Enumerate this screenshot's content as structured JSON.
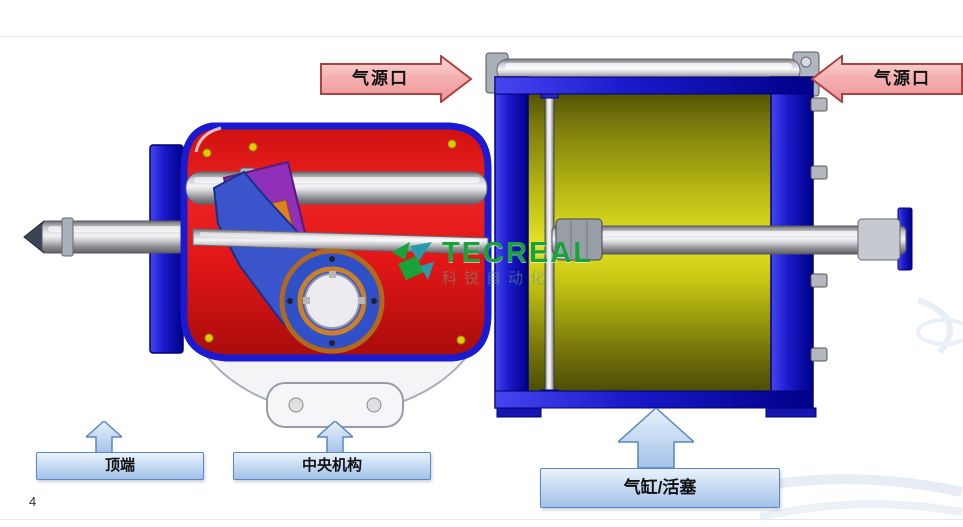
{
  "page": {
    "number": "4"
  },
  "callouts": {
    "air_port_left": "气源口",
    "air_port_right": "气源口"
  },
  "labels": {
    "top_end": "顶端",
    "central_mechanism": "中央机构",
    "cylinder_piston": "气缸/活塞"
  },
  "logo": {
    "brand": "TECREAL",
    "subtitle": "科锐自动化"
  },
  "colors": {
    "callout_pink": "#f5b2b2",
    "callout_pink_border": "#a94442",
    "callout_blue": "#c2d8f2",
    "callout_blue_border": "#5a86c2",
    "actuator_body_red": "#e01818",
    "frame_blue": "#1b1bcc",
    "cylinder_olive": "#caca18",
    "steel_gray": "#c8c8cc",
    "copper_ring": "#b06a20",
    "logo_green": "#18a23a",
    "logo_teal": "#2a9aa8"
  }
}
